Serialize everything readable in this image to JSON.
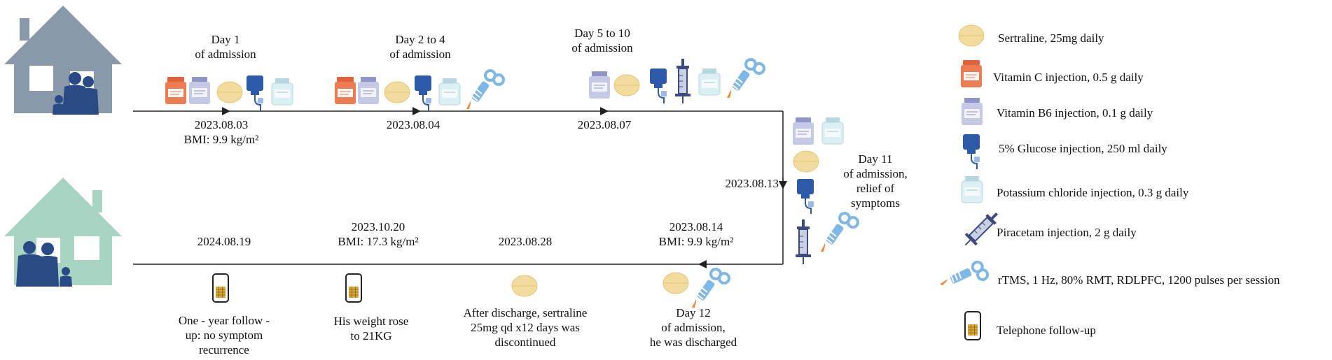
{
  "timeline": {
    "top": [
      {
        "label1": "Day 1",
        "label2": "of admission",
        "date": "2023.08.03",
        "note": "BMI: 9.9 kg/m²"
      },
      {
        "label1": "Day 2 to 4",
        "label2": "of admission",
        "date": "2023.08.04"
      },
      {
        "label1": "Day 5 to 10",
        "label2": "of admission",
        "date": "2023.08.07"
      }
    ],
    "turn": {
      "date": "2023.08.13",
      "label1": "Day 11",
      "label2": "of admission,",
      "label3": "relief of",
      "label4": "symptoms"
    },
    "bottom": [
      {
        "date": "2023.08.14",
        "note": "BMI: 9.9 kg/m²",
        "label1": "Day 12",
        "label2": "of admission,",
        "label3": "he was discharged"
      },
      {
        "date": "2023.08.28",
        "label1": "After discharge, sertraline",
        "label2": "25mg qd x12 days was",
        "label3": "discontinued"
      },
      {
        "date": "2023.10.20",
        "note": "BMI: 17.3 kg/m²",
        "label1": "His weight rose",
        "label2": "to 21KG"
      },
      {
        "date": "2024.08.19",
        "label1": "One - year follow -",
        "label2": "up: no symptom",
        "label3": "recurrence"
      }
    ]
  },
  "legend": [
    {
      "icon": "sertraline-tablet",
      "label": "Sertraline, 25mg daily"
    },
    {
      "icon": "vitamin-c-bottle",
      "label": "Vitamin C injection, 0.5 g daily"
    },
    {
      "icon": "vitamin-b6-bottle",
      "label": "Vitamin B6 injection, 0.1 g daily"
    },
    {
      "icon": "iv-bag",
      "label": "5% Glucose injection, 250 ml daily"
    },
    {
      "icon": "potassium-bottle",
      "label": "Potassium chloride injection, 0.3 g daily"
    },
    {
      "icon": "syringe",
      "label": "Piracetam injection, 2 g daily"
    },
    {
      "icon": "rtms-coil",
      "label": "rTMS, 1 Hz, 80% RMT, RDLPFC, 1200 pulses per session"
    },
    {
      "icon": "phone",
      "label": "Telephone follow-up"
    }
  ],
  "colors": {
    "house_top": "#8a99a9",
    "house_bottom": "#a9d4c1",
    "family": "#2a4a86",
    "tablet": "#f1dc9e",
    "vitc": "#ec7c52",
    "b6": "#a9aed8",
    "iv": "#2d5aa8",
    "potassium": "#cfe7ec",
    "syringe": "#3d4a7e",
    "rtms": "#7fb8e6",
    "phone": "#d8a93a"
  }
}
